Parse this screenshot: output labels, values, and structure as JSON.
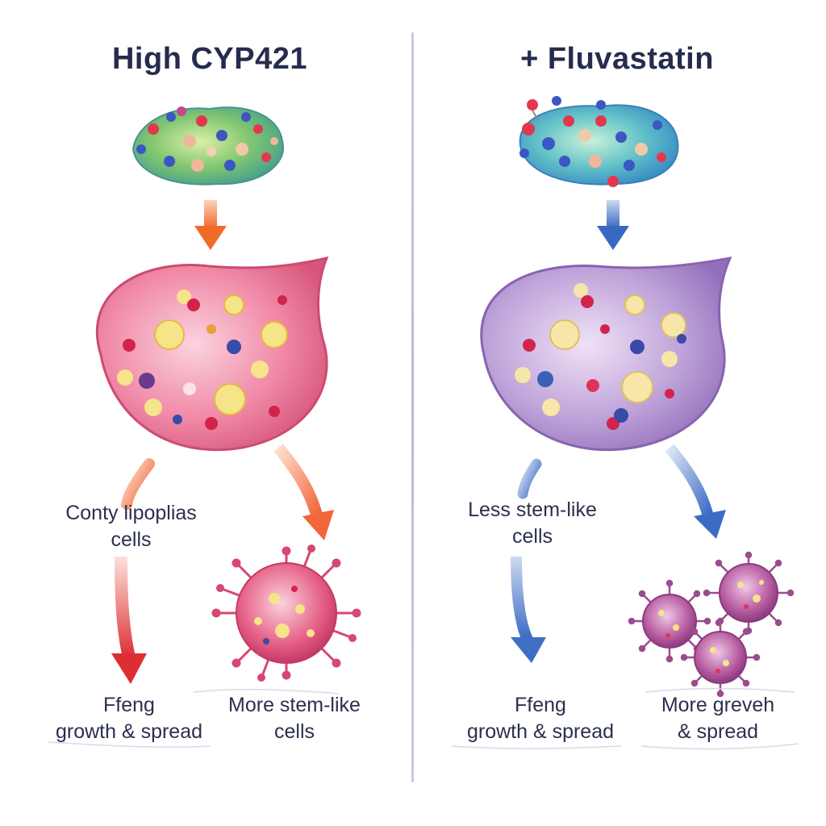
{
  "left": {
    "title": "High CYP421",
    "branch_left_caption": [
      "Conty lipoplias",
      "cells"
    ],
    "outcome_left": [
      "Ffeng",
      "growth & spread"
    ],
    "outcome_right": [
      "More stem-like",
      "cells"
    ]
  },
  "right": {
    "title": "+ Fluvastatin",
    "branch_left_caption": [
      "Less stem-like",
      "cells"
    ],
    "outcome_left": [
      "Ffeng",
      "growth & spread"
    ],
    "outcome_right": [
      "More greveh",
      "& spread"
    ]
  },
  "colors": {
    "left_arrow": "#f07a3c",
    "left_arrow_red": "#e0343c",
    "right_arrow": "#3f6fc4",
    "left_cell": "#e86a8c",
    "right_cell": "#a886c8",
    "text": "#2b3050"
  }
}
